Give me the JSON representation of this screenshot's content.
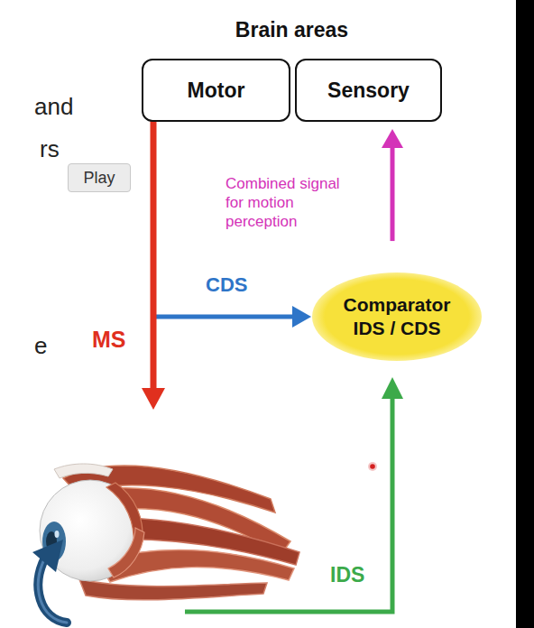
{
  "diagram": {
    "title": "Brain areas",
    "nodes": [
      {
        "text": [
          "Motor"
        ]
      },
      {
        "text": [
          "Sensory"
        ]
      },
      {
        "text": [
          "Play"
        ]
      },
      {
        "text": [
          "Comparator IDS / CDS"
        ]
      }
    ],
    "edges": [
      {
        "from": 0,
        "to": 3,
        "arrow": "to",
        "label": "CDS"
      },
      {
        "from": 3,
        "to": 1,
        "arrow": "to",
        "label": "Combined signal for motion perception"
      }
    ],
    "labels": [
      "and",
      "rs",
      "e",
      "MS",
      "IDS"
    ]
  }
}
